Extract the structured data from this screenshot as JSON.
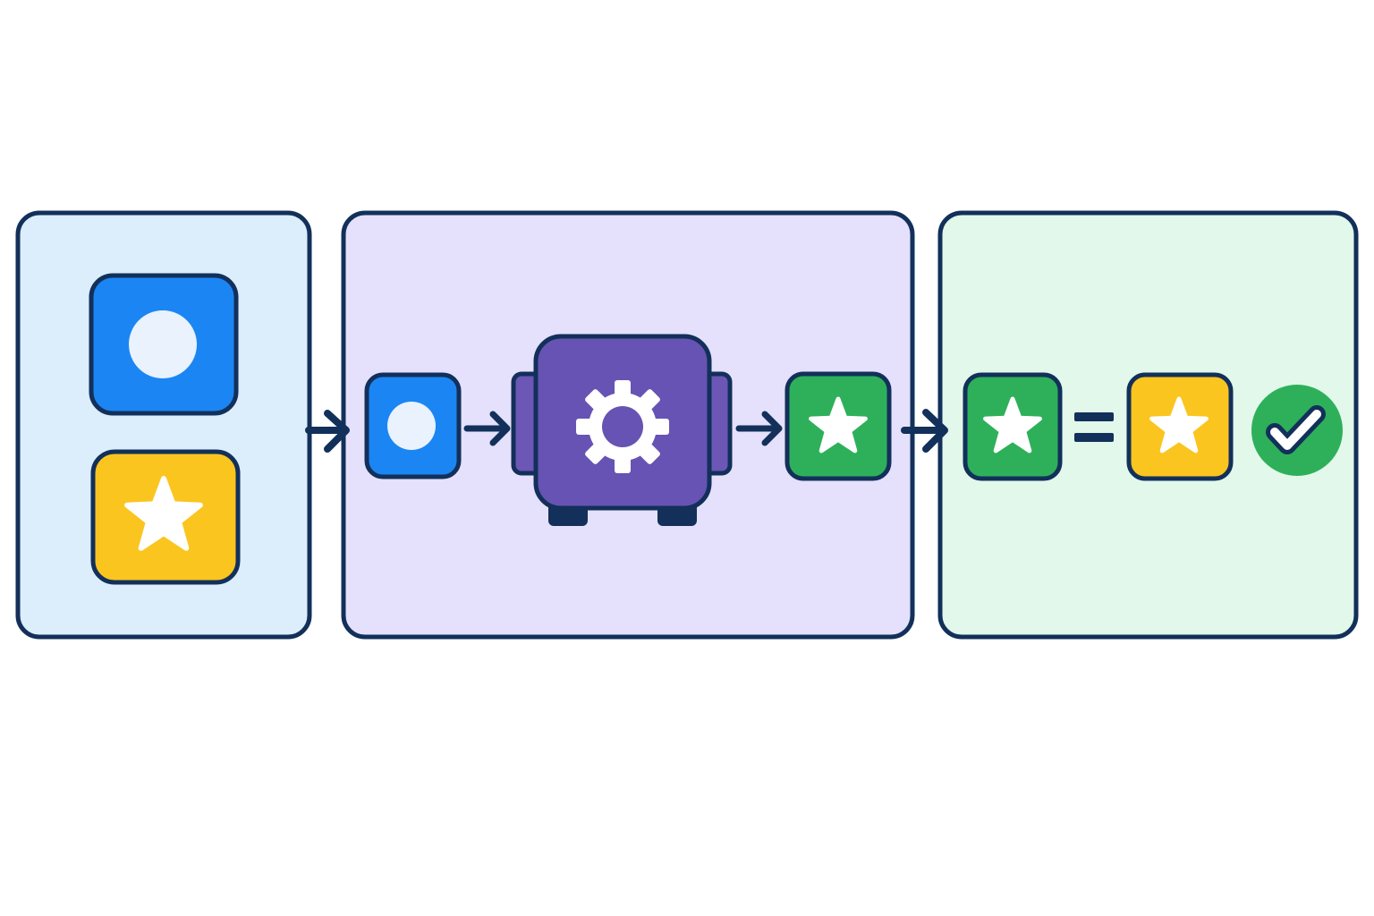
{
  "colors": {
    "outline": "#12305a",
    "input_panel_bg": "#dcedfb",
    "process_panel_bg": "#e5e0fb",
    "output_panel_bg": "#e1f8ea",
    "blue": "#1b86f3",
    "yellow": "#fbc51f",
    "green": "#2eb05a",
    "purple": "#6753b3",
    "purple_side": "#6c56b6",
    "white_glyph": "#ffffff",
    "circle_glyph": "#e9f2fd"
  },
  "panels": [
    {
      "name": "input-panel",
      "items": [
        "circle-tile",
        "star-tile"
      ]
    },
    {
      "name": "process-panel",
      "items": [
        "circle-tile",
        "processor-machine",
        "star-tile"
      ]
    },
    {
      "name": "output-panel",
      "items": [
        "star-tile",
        "equals-sign",
        "star-tile",
        "check-badge"
      ]
    }
  ],
  "icons": {
    "circle": "circle-icon",
    "star": "star-icon",
    "gear": "gear-icon",
    "check": "checkmark-icon",
    "arrow": "arrow-right-icon",
    "equals": "equals-icon"
  }
}
